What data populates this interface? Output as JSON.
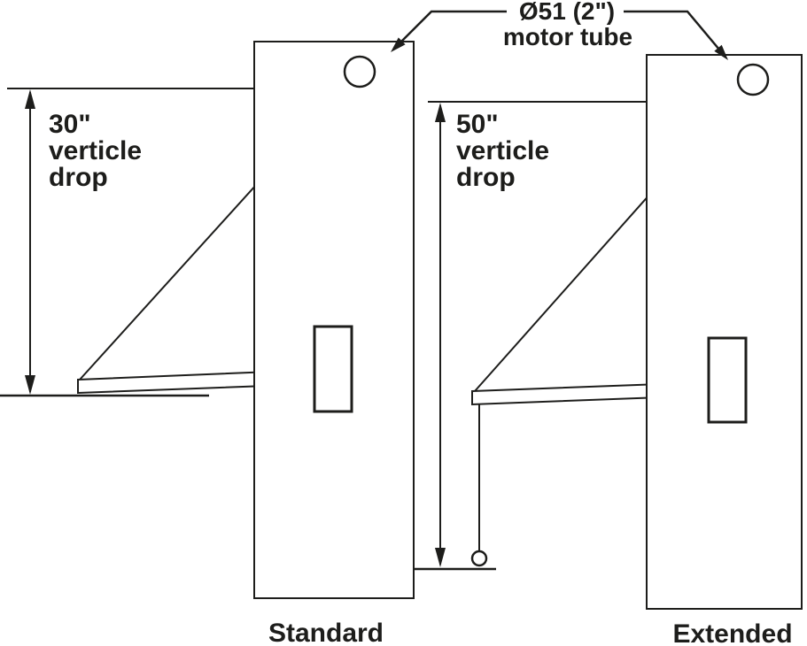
{
  "colors": {
    "ink": "#1d1d1b",
    "background": "#ffffff"
  },
  "callout": {
    "line1": "Ø51 (2\")",
    "line2": "motor tube"
  },
  "figures": {
    "standard": {
      "caption": "Standard",
      "drop_value": "30\"",
      "drop_word1": "verticle",
      "drop_word2": "drop"
    },
    "extended": {
      "caption": "Extended",
      "drop_value": "50\"",
      "drop_word1": "verticle",
      "drop_word2": "drop"
    }
  }
}
